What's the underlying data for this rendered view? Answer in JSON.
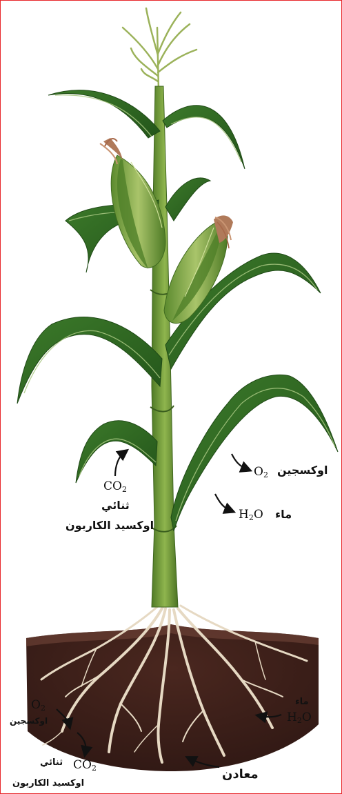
{
  "labels": {
    "co2_formula": "CO",
    "co2_sub": "2",
    "co2_arabic_1": "ثنائي",
    "co2_arabic_2": "اوكسيد الكاربون",
    "o2_formula": "O",
    "o2_sub": "2",
    "o2_arabic": "اوكسجين",
    "h2o_formula_pre": "H",
    "h2o_sub": "2",
    "h2o_formula_post": "O",
    "h2o_arabic": "ماء",
    "soil_o2_formula": "O",
    "soil_o2_sub": "2",
    "soil_o2_arabic": "اوكسجين",
    "soil_co2_formula": "CO",
    "soil_co2_sub": "2",
    "soil_co2_arabic_1": "ثنائي",
    "soil_co2_arabic_2": "اوكسيد الكاربون",
    "soil_h2o_arabic": "ماء",
    "soil_h2o_formula_pre": "H",
    "soil_h2o_sub": "2",
    "soil_h2o_formula_post": "O",
    "minerals_arabic": "معادن"
  },
  "colors": {
    "frame": "#e8262a",
    "leaf_dark": "#2f6a22",
    "leaf_light": "#6e9e3a",
    "stalk": "#6d9a36",
    "soil": "#3d201b",
    "root": "#e6d9c3",
    "silk": "#b07a5a"
  }
}
